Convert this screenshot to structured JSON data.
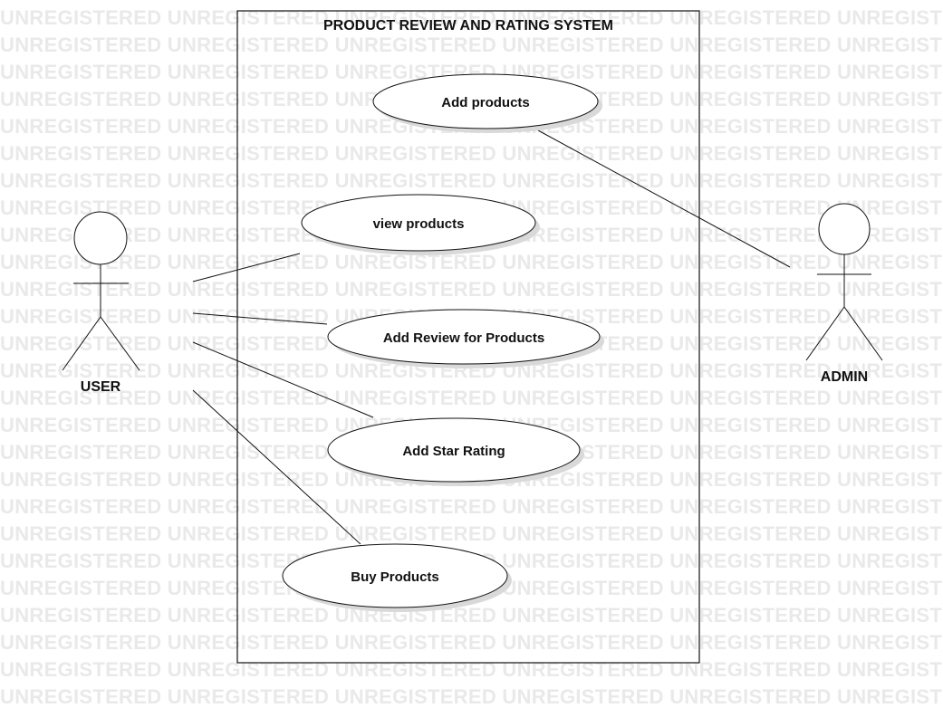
{
  "watermark": {
    "text": "UNREGISTERED"
  },
  "system": {
    "title": "PRODUCT REVIEW AND RATING SYSTEM"
  },
  "actors": {
    "user": {
      "label": "USER"
    },
    "admin": {
      "label": "ADMIN"
    }
  },
  "use_cases": [
    {
      "label": "Add products"
    },
    {
      "label": "view products"
    },
    {
      "label": "Add Review for Products"
    },
    {
      "label": "Add Star Rating"
    },
    {
      "label": "Buy Products"
    }
  ],
  "colors": {
    "line": "#111111",
    "ellipse_fill": "#ffffff",
    "shadow": "#d9d9d9",
    "watermark": "#e9e9e9"
  }
}
